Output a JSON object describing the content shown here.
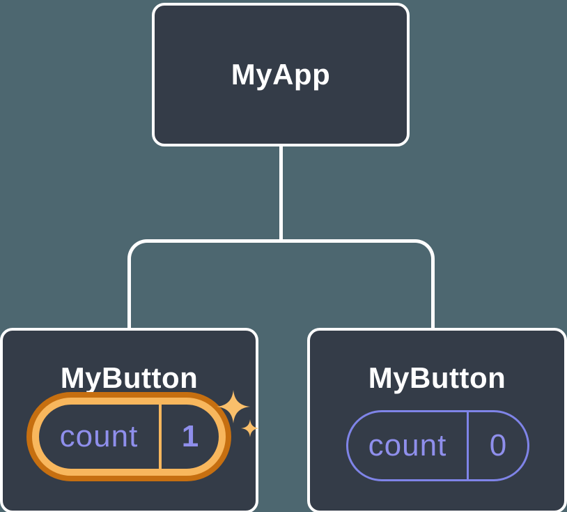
{
  "theme": {
    "background": "#4d6770",
    "node_fill": "#343c48",
    "node_border": "#ffffff",
    "connector": "#ffffff",
    "title": "#ffffff",
    "purple_text": "#8f8fec",
    "purple_border": "#7f84e8",
    "orange_outer": "#c66f10",
    "orange_inner": "#f8b75d",
    "sparkle": "#f9bf6b"
  },
  "diagram": {
    "type": "component-tree",
    "root": {
      "label": "MyApp"
    },
    "children": [
      {
        "label": "MyButton",
        "counter": {
          "label": "count",
          "value": "1"
        },
        "highlighted": true
      },
      {
        "label": "MyButton",
        "counter": {
          "label": "count",
          "value": "0"
        },
        "highlighted": false
      }
    ]
  }
}
